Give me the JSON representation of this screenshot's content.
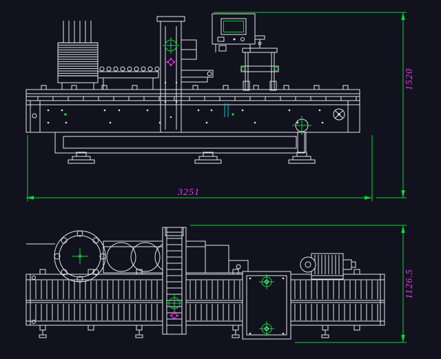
{
  "colors": {
    "bg": "#11121d",
    "line": "#e6e6ec",
    "dim": "#00dd33",
    "accent": "#ff2dff",
    "cyan": "#00cccc"
  },
  "dimensions": {
    "front_width": "3251",
    "front_height": "1520",
    "plan_depth": "1126.5"
  }
}
